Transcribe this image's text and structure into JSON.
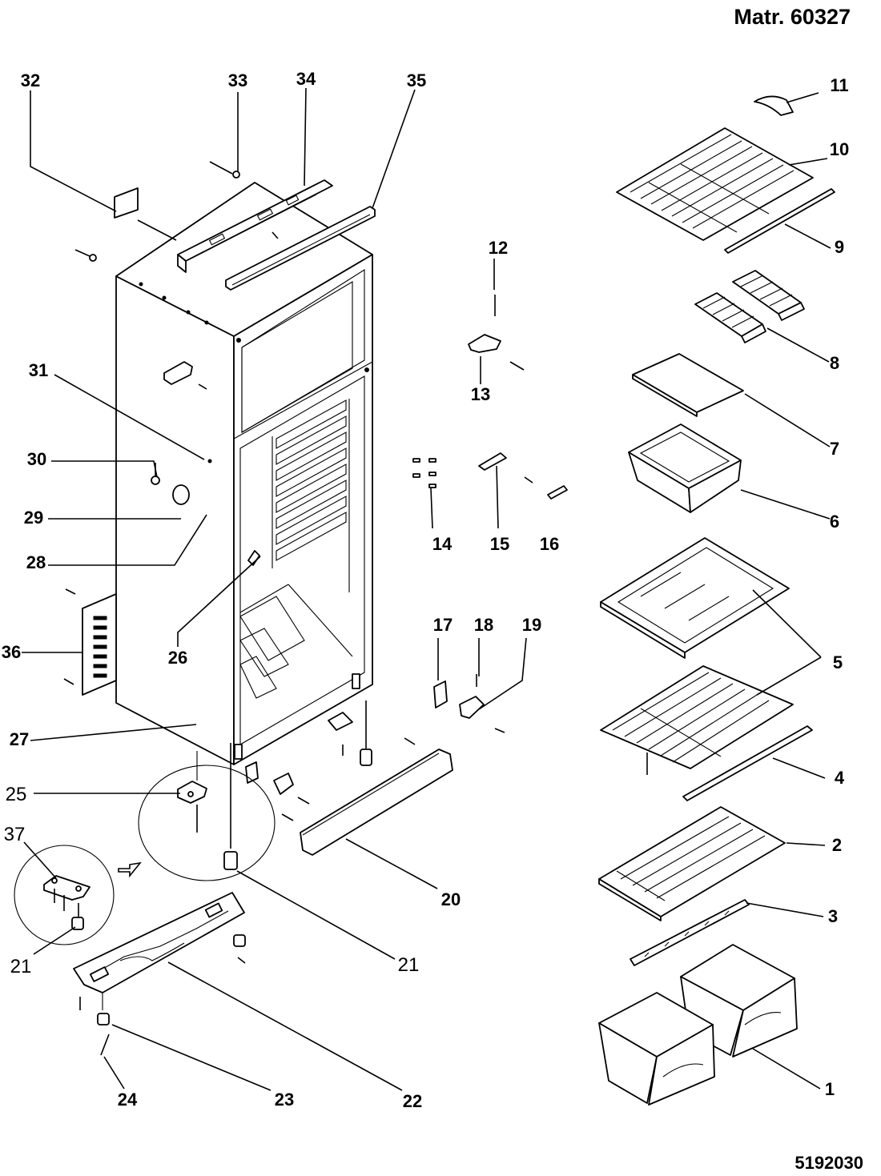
{
  "header": {
    "title": "Matr. 60327"
  },
  "footer": {
    "code": "5192030"
  },
  "callouts": {
    "c1": "1",
    "c2": "2",
    "c3": "3",
    "c4": "4",
    "c5": "5",
    "c6": "6",
    "c7": "7",
    "c8": "8",
    "c9": "9",
    "c10": "10",
    "c11": "11",
    "c12": "12",
    "c13": "13",
    "c14": "14",
    "c15": "15",
    "c16": "16",
    "c17": "17",
    "c18": "18",
    "c19": "19",
    "c20": "20",
    "c21a": "21",
    "c21b": "21",
    "c22": "22",
    "c23": "23",
    "c24": "24",
    "c25": "25",
    "c26": "26",
    "c27": "27",
    "c28": "28",
    "c29": "29",
    "c30": "30",
    "c31": "31",
    "c32": "32",
    "c33": "33",
    "c34": "34",
    "c35": "35",
    "c36": "36",
    "c37": "37"
  }
}
